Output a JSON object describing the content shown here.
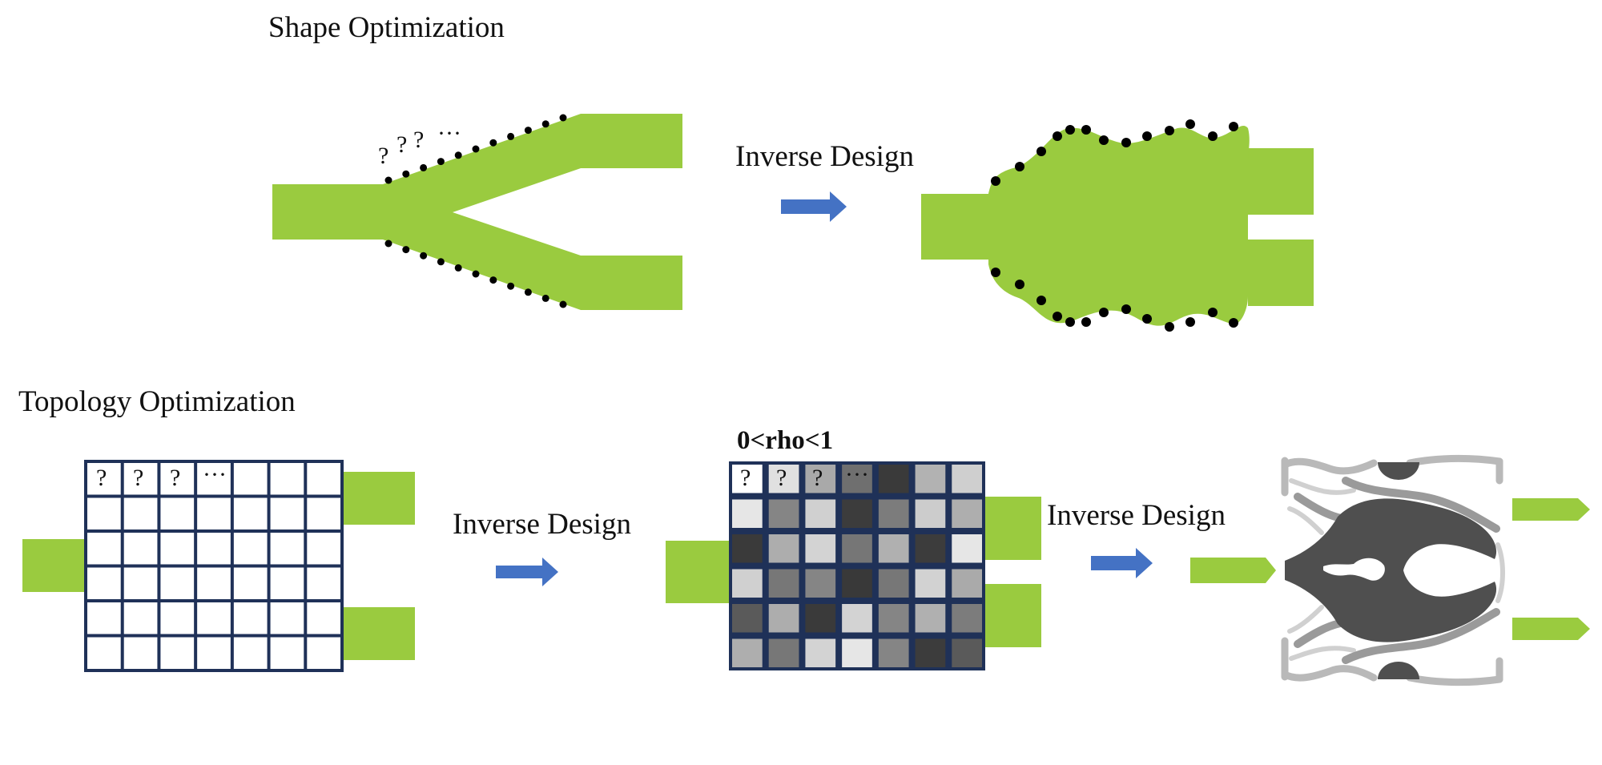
{
  "shape_section": {
    "title": "Shape Optimization",
    "arrow_label": "Inverse Design",
    "question_marks": [
      "?",
      "?",
      "?",
      "···"
    ]
  },
  "topology_section": {
    "title": "Topology Optimization",
    "arrow_label_1": "Inverse Design",
    "arrow_label_2": "Inverse Design",
    "density_label": "0<rho<1",
    "grid_question_marks": [
      "?",
      "?",
      "?",
      "···"
    ]
  },
  "colors": {
    "waveguide_green": "#9acb3f",
    "arrow_blue": "#4472c4",
    "grid_navy": "#1f3158",
    "dots": "#000000",
    "dark_gray": "#4f4f4f"
  },
  "density_grid": {
    "rows": 6,
    "cols": 7,
    "gray_values": [
      [
        "#ffffff",
        "#e0e0e0",
        "#a9a9a9",
        "#6f6f6f",
        "#3a3a3a",
        "#b2b2b2",
        "#cfcfcf"
      ],
      [
        "#e6e6e6",
        "#858585",
        "#d0d0d0",
        "#3c3c3c",
        "#7c7c7c",
        "#cccccc",
        "#aeaeae"
      ],
      [
        "#3a3a3a",
        "#adadad",
        "#d3d3d3",
        "#767676",
        "#b0b0b0",
        "#3c3c3c",
        "#e6e6e6"
      ],
      [
        "#d0d0d0",
        "#777777",
        "#858585",
        "#393939",
        "#777777",
        "#d2d2d2",
        "#aaaaaa"
      ],
      [
        "#5a5a5a",
        "#adadad",
        "#3a3a3a",
        "#d3d3d3",
        "#858585",
        "#b0b0b0",
        "#7c7c7c"
      ],
      [
        "#aeaeae",
        "#777777",
        "#d3d3d3",
        "#e6e6e6",
        "#858585",
        "#3c3c3c",
        "#5a5a5a"
      ]
    ]
  }
}
